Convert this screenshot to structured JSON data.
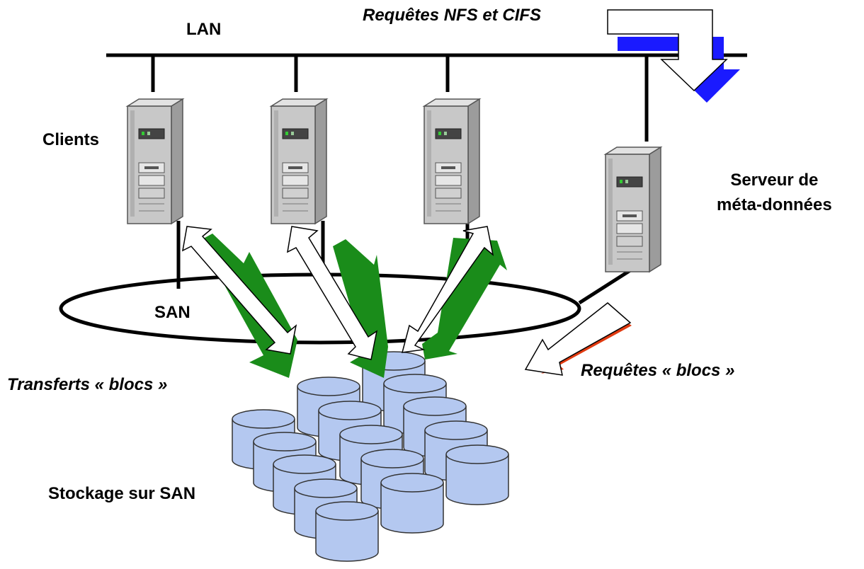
{
  "labels": {
    "lan": "LAN",
    "nfs_requests": "Requêtes NFS et CIFS",
    "clients": "Clients",
    "metadata_server_line1": "Serveur de",
    "metadata_server_line2": "méta-données",
    "san": "SAN",
    "block_transfers": "Transferts « blocs »",
    "block_requests": "Requêtes « blocs »",
    "san_storage": "Stockage sur SAN"
  },
  "colors": {
    "shadow_blue": "#1a1aff",
    "shadow_green": "#1a8c1a",
    "shadow_red": "#e03a10",
    "disk_fill": "#b4c8f0",
    "server_fill": "#c8c8c8"
  },
  "icons": [
    "server-icon",
    "disk-cylinder-icon",
    "arrow-icon"
  ]
}
